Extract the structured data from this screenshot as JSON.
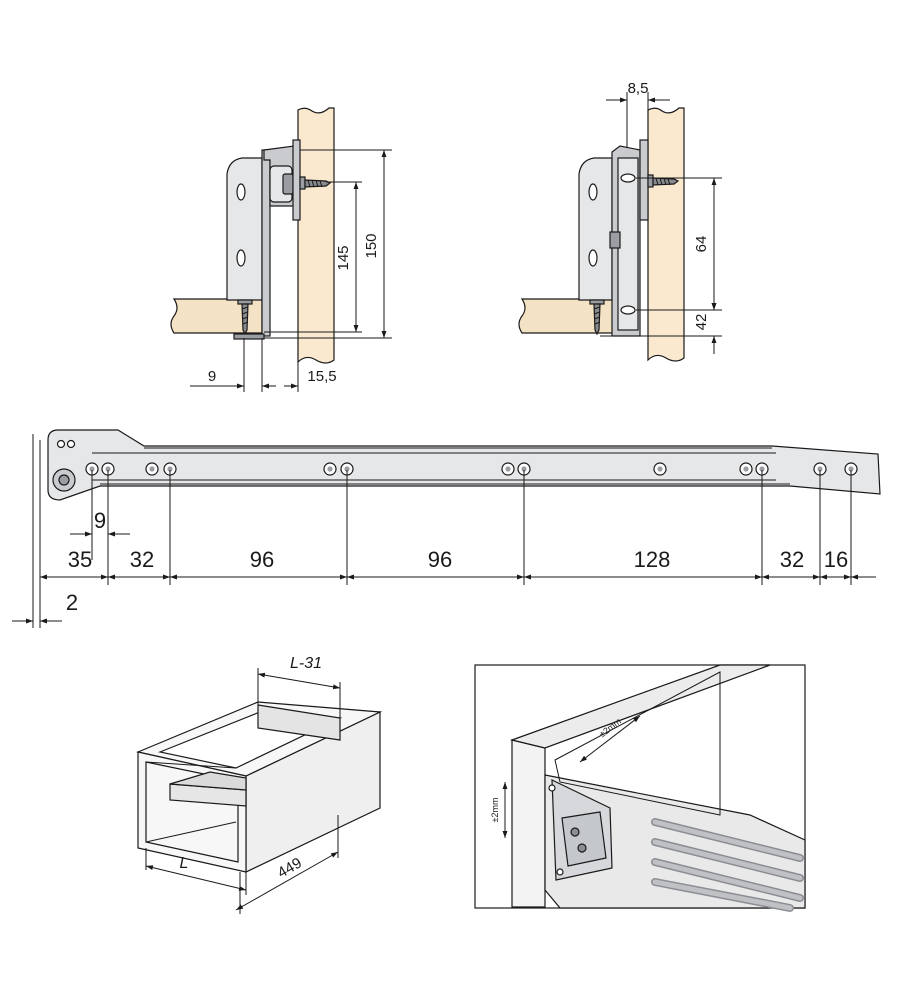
{
  "colors": {
    "wood_panel": "#fbe9cf",
    "wood_shelf": "#f4e2c4",
    "metal_light": "#e6e7e9",
    "metal_mid": "#c9cbce",
    "metal_dark": "#9a9da2",
    "line": "#1a1a1a"
  },
  "side_views": {
    "left": {
      "dim_145": "145",
      "dim_150": "150",
      "dim_9": "9",
      "dim_15_5": "15,5"
    },
    "right": {
      "dim_8_5": "8,5",
      "dim_64": "64",
      "dim_42": "42"
    }
  },
  "runner": {
    "dims": {
      "d9": "9",
      "d35": "35",
      "d32a": "32",
      "d96a": "96",
      "d96b": "96",
      "d128": "128",
      "d32b": "32",
      "d16": "16",
      "d2": "2"
    }
  },
  "drawer_box": {
    "label_l31": "L-31",
    "label_l": "L",
    "label_449": "449"
  },
  "detail_box": {
    "tol_h": "±2mm",
    "tol_v": "±2mm"
  },
  "icons": [
    "screw-icon",
    "fixing-hole-icon",
    "drawer-runner-icon"
  ]
}
